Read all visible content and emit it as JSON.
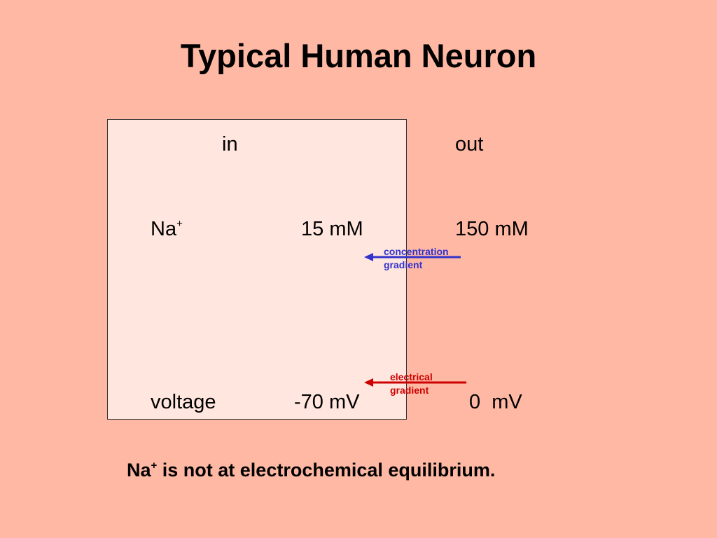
{
  "title": "Typical Human Neuron",
  "columns": {
    "in": "in",
    "out": "out"
  },
  "sodium": {
    "ion": "Na",
    "charge": "+",
    "in_value": "15 mM",
    "out_value": "150 mM"
  },
  "voltage": {
    "label": "voltage",
    "in_value": "-70 mV",
    "out_value": "0  mV"
  },
  "concentration_gradient": {
    "line1": "concentration",
    "line2": "gradient",
    "color": "#3333cc"
  },
  "electrical_gradient": {
    "line1": "electrical",
    "line2": "gradient",
    "color": "#cc0000"
  },
  "footer": {
    "ion": "Na",
    "charge": "+",
    "text": " is not at electrochemical equilibrium."
  },
  "colors": {
    "background": "#ffb8a3",
    "cell": "#ffe6de"
  }
}
